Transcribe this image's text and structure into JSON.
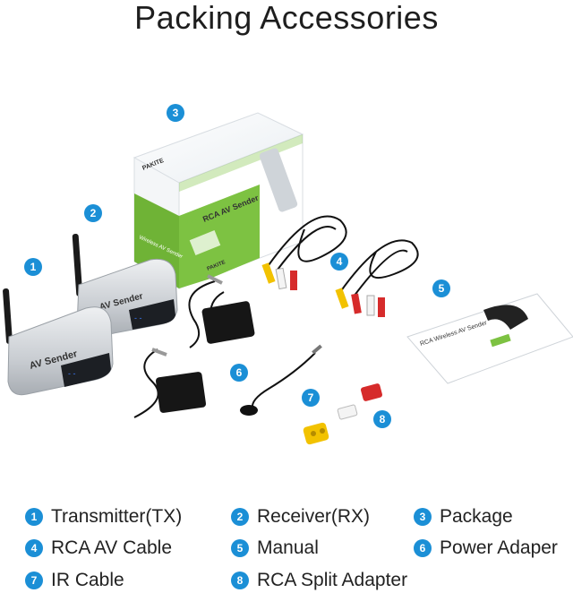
{
  "title": "Packing Accessories",
  "package_box": {
    "brand": "PAKITE",
    "headline": "Wireless",
    "subheadline": "RCA AV Sender",
    "side_text": "Wireless AV Sender"
  },
  "device_label": "AV Sender",
  "manual_title": "RCA Wireless AV Sender",
  "badges": [
    "1",
    "2",
    "3",
    "4",
    "5",
    "6",
    "7",
    "8"
  ],
  "legend": [
    {
      "num": "1",
      "label": "Transmitter(TX)"
    },
    {
      "num": "2",
      "label": "Receiver(RX)"
    },
    {
      "num": "3",
      "label": "Package"
    },
    {
      "num": "4",
      "label": "RCA AV Cable"
    },
    {
      "num": "5",
      "label": "Manual"
    },
    {
      "num": "6",
      "label": "Power Adaper"
    },
    {
      "num": "7",
      "label": "IR Cable"
    },
    {
      "num": "8",
      "label": "RCA Split Adapter"
    }
  ],
  "colors": {
    "accent": "#1b8fd6",
    "box_green": "#7dc242",
    "silver": "#c9cdd2"
  }
}
